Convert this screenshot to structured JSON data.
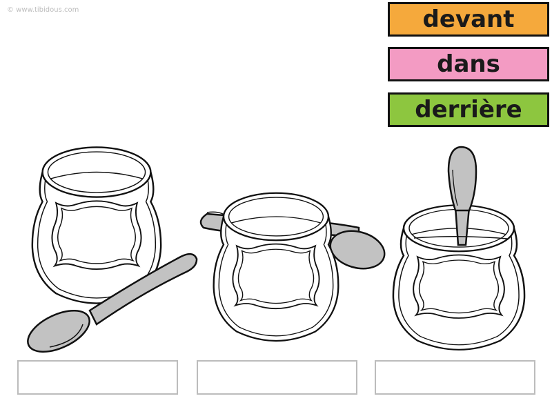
{
  "copyright": "© www.tibidous.com",
  "word_cards": [
    {
      "label": "devant",
      "color": "#f5a93c"
    },
    {
      "label": "dans",
      "color": "#f39bc3"
    },
    {
      "label": "derrière",
      "color": "#8dc63f"
    }
  ],
  "answer_boxes": [
    {
      "value": ""
    },
    {
      "value": ""
    },
    {
      "value": ""
    }
  ],
  "colors": {
    "spoon": "#c2c2c2",
    "outline": "#111111"
  }
}
